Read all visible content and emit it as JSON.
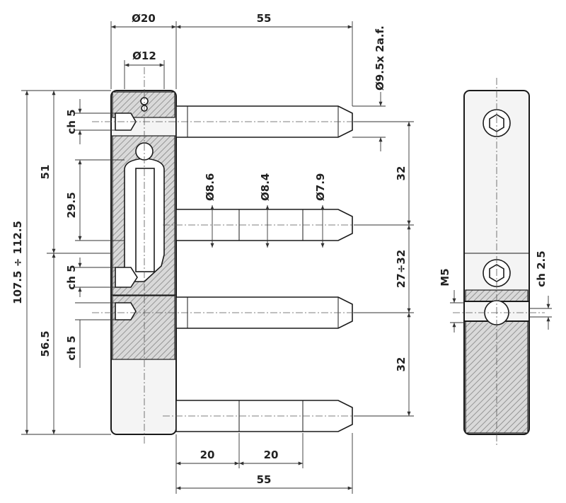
{
  "labels": {
    "dia_top": "Ø20",
    "dia_inner": "Ø12",
    "len_top": "55",
    "hex": "Ø9.5x 2a.f.",
    "ch5_a": "ch 5",
    "ch5_b": "ch 5",
    "ch5_c": "ch 5",
    "h51": "51",
    "h107": "107.5 ÷ 112.5",
    "h29": "29.5",
    "h56": "56.5",
    "d86": "Ø8.6",
    "d84": "Ø8.4",
    "d79": "Ø7.9",
    "v32a": "32",
    "v2732": "27÷32",
    "v32b": "32",
    "b20a": "20",
    "b20b": "20",
    "b55": "55",
    "m5": "M5",
    "ch25": "ch 2.5"
  }
}
